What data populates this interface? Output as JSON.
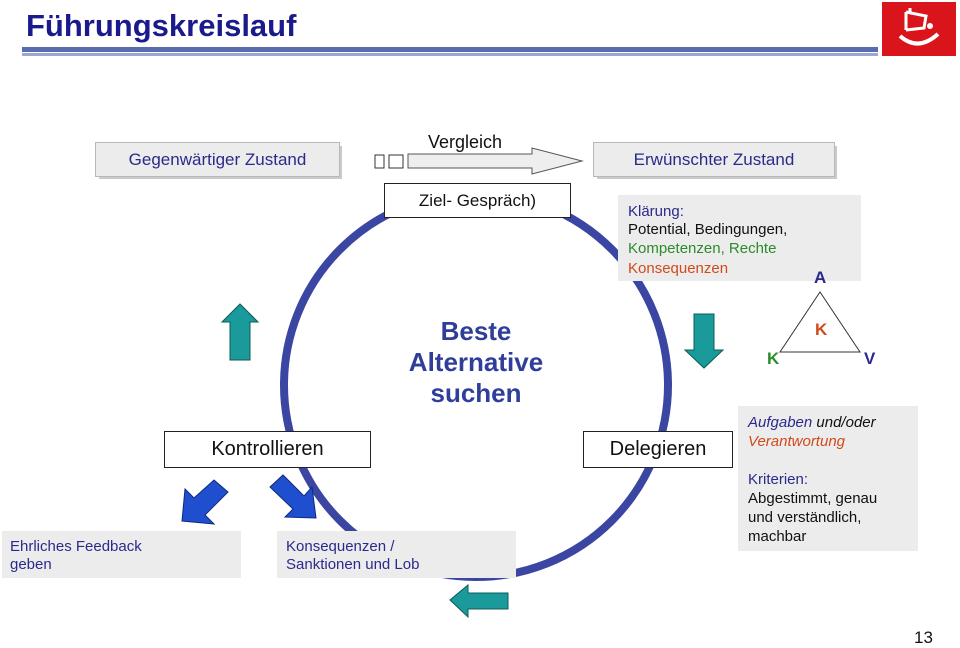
{
  "header": {
    "title": "Führungskreislauf"
  },
  "states": {
    "current": "Gegenwärtiger Zustand",
    "comparison": "Vergleich",
    "desired": "Erwünschter Zustand"
  },
  "cycle": {
    "top_box": "Ziel- Gespräch)",
    "center": [
      "Beste",
      "Alternative",
      "suchen"
    ],
    "left_box": "Kontrollieren",
    "right_box": "Delegieren"
  },
  "klaerung": {
    "heading": "Klärung:",
    "line1": "Potential, Bedingungen,",
    "line2": "Kompetenzen, Rechte",
    "line3": "Konsequenzen"
  },
  "triangle": {
    "top": "A",
    "middle": "K",
    "left": "K",
    "right": "V"
  },
  "aufgaben": {
    "part1": "Aufgaben",
    "part2": " und/oder",
    "line2": "Verantwortung"
  },
  "kriterien": {
    "heading": "Kriterien:",
    "line1": "Abgestimmt, genau",
    "line2": "und verständlich,",
    "line3": "machbar"
  },
  "feedback": {
    "line1": "Ehrliches Feedback",
    "line2": "geben"
  },
  "konsequenzen": {
    "line1": "Konsequenzen /",
    "line2": "Sanktionen und Lob"
  },
  "page_number": "13",
  "colors": {
    "title": "#1a1a8c",
    "cycle": "#3b46a3",
    "teal_arrow": "#1a9a9a",
    "blue_arrow": "#1f4fcf",
    "green_text": "#2a8c2a",
    "red_text": "#d04a1a"
  }
}
